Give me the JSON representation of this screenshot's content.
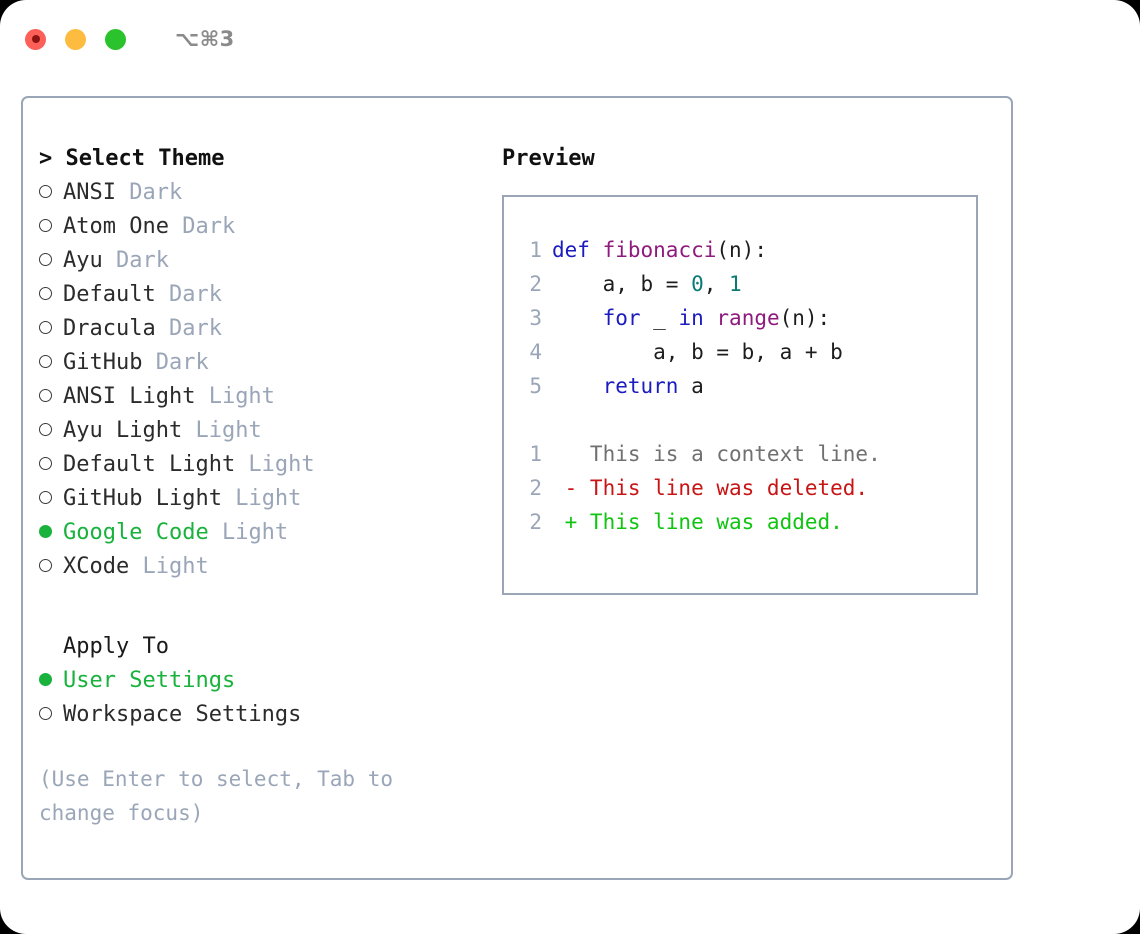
{
  "titlebar": {
    "shortcut": "⌥⌘3",
    "lights": [
      {
        "name": "close",
        "color": "#fc6058"
      },
      {
        "name": "minimize",
        "color": "#fdbc40"
      },
      {
        "name": "zoom",
        "color": "#2ac32e"
      }
    ]
  },
  "theme_picker": {
    "caret": "> ",
    "header": "Select Theme",
    "options": [
      {
        "label": "ANSI",
        "tag": "Dark",
        "selected": false
      },
      {
        "label": "Atom One",
        "tag": "Dark",
        "selected": false
      },
      {
        "label": "Ayu",
        "tag": "Dark",
        "selected": false
      },
      {
        "label": "Default",
        "tag": "Dark",
        "selected": false
      },
      {
        "label": "Dracula",
        "tag": "Dark",
        "selected": false
      },
      {
        "label": "GitHub",
        "tag": "Dark",
        "selected": false
      },
      {
        "label": "ANSI Light",
        "tag": "Light",
        "selected": false
      },
      {
        "label": "Ayu Light",
        "tag": "Light",
        "selected": false
      },
      {
        "label": "Default Light",
        "tag": "Light",
        "selected": false
      },
      {
        "label": "GitHub Light",
        "tag": "Light",
        "selected": false
      },
      {
        "label": "Google Code",
        "tag": "Light",
        "selected": true
      },
      {
        "label": "XCode",
        "tag": "Light",
        "selected": false
      }
    ]
  },
  "apply_to": {
    "header": "Apply To",
    "options": [
      {
        "label": "User Settings",
        "selected": true
      },
      {
        "label": "Workspace Settings",
        "selected": false
      }
    ]
  },
  "hint": "(Use Enter to select, Tab to change focus)",
  "preview": {
    "title": "Preview",
    "code_lines": [
      {
        "num": "1",
        "tokens": [
          {
            "t": "def",
            "c": "kw"
          },
          {
            "t": " ",
            "c": "pln"
          },
          {
            "t": "fibonacci",
            "c": "fn"
          },
          {
            "t": "(n):",
            "c": "pln"
          }
        ]
      },
      {
        "num": "2",
        "tokens": [
          {
            "t": "    a, b = ",
            "c": "pln"
          },
          {
            "t": "0",
            "c": "num"
          },
          {
            "t": ", ",
            "c": "pln"
          },
          {
            "t": "1",
            "c": "num"
          }
        ]
      },
      {
        "num": "3",
        "tokens": [
          {
            "t": "    ",
            "c": "pln"
          },
          {
            "t": "for",
            "c": "kw"
          },
          {
            "t": " _ ",
            "c": "pln"
          },
          {
            "t": "in",
            "c": "kw"
          },
          {
            "t": " ",
            "c": "pln"
          },
          {
            "t": "range",
            "c": "fn"
          },
          {
            "t": "(n):",
            "c": "pln"
          }
        ]
      },
      {
        "num": "4",
        "tokens": [
          {
            "t": "        a, b = b, a + b",
            "c": "pln"
          }
        ]
      },
      {
        "num": "5",
        "tokens": [
          {
            "t": "    ",
            "c": "pln"
          },
          {
            "t": "return",
            "c": "kw"
          },
          {
            "t": " a",
            "c": "pln"
          }
        ]
      }
    ],
    "diff_lines": [
      {
        "num": "1",
        "tokens": [
          {
            "t": "   This is a context line.",
            "c": "ctx"
          }
        ]
      },
      {
        "num": "2",
        "tokens": [
          {
            "t": " - This line was deleted.",
            "c": "del"
          }
        ]
      },
      {
        "num": "2",
        "tokens": [
          {
            "t": " + This line was added.",
            "c": "add"
          }
        ]
      }
    ]
  },
  "colors": {
    "accent_green": "#18b23c",
    "border": "#9aa6b8",
    "muted": "#9aa6b8",
    "keyword": "#1b1bbf",
    "function": "#8e1a7d",
    "number": "#0b7a75",
    "diff_delete": "#c81414",
    "diff_add": "#11c411"
  }
}
